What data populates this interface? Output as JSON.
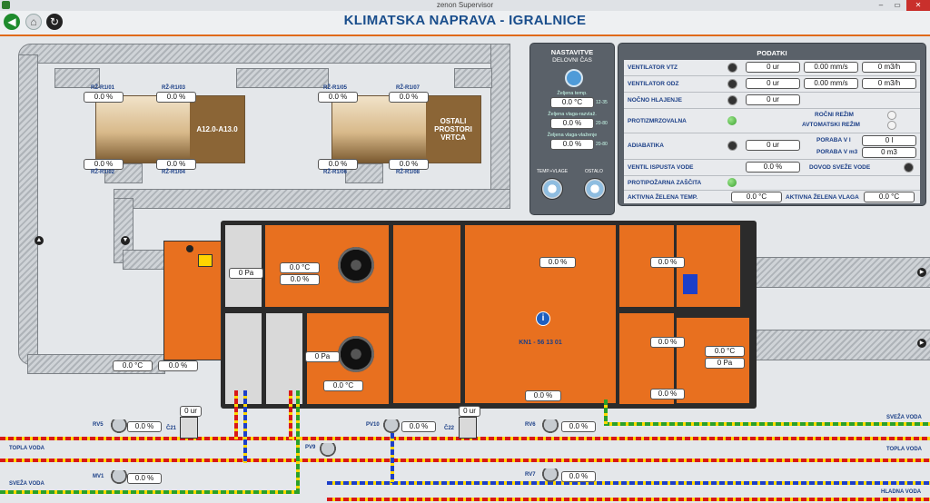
{
  "window": {
    "title": "zenon Supervisor"
  },
  "page": {
    "title": "KLIMATSKA NAPRAVA - IGRALNICE"
  },
  "rooms": {
    "a": {
      "label": "A12.0-A13.0"
    },
    "b": {
      "label": "OSTALI PROSTORI VRTCA"
    }
  },
  "dampers": {
    "r1": {
      "label": "RŽ-R1/01",
      "value": "0.0 %"
    },
    "r2": {
      "label": "RŽ-R1/02",
      "value": "0.0 %"
    },
    "r3": {
      "label": "RŽ-R1/03",
      "value": "0.0 %"
    },
    "r4": {
      "label": "RŽ-R1/04",
      "value": "0.0 %"
    },
    "r5": {
      "label": "RŽ-R1/05",
      "value": "0.0 %"
    },
    "r6": {
      "label": "RŽ-R1/06",
      "value": "0.0 %"
    },
    "r7": {
      "label": "RŽ-R1/07",
      "value": "0.0 %"
    },
    "r8": {
      "label": "RŽ-R1/08",
      "value": "0.0 %"
    }
  },
  "nastavitve": {
    "title": "NASTAVITVE",
    "subtitle": "DELOVNI ČAS",
    "zel_temp_label": "Željena temp.",
    "zel_temp_value": "0.0 °C",
    "zel_temp_range": "12-35",
    "zel_vlaga_label": "Željena vlaga-razvlaž.",
    "zel_vlaga_value": "0.0 %",
    "zel_vlaga_range": "20-80",
    "zel_vlaz_label": "Željena vlaga-vlaženje",
    "zel_vlaz_value": "0.0 %",
    "zel_vlaz_range": "20-80",
    "btn1": "TEMP.+VLAGE",
    "btn2": "OSTALO"
  },
  "podatki": {
    "title": "PODATKI",
    "vtz": {
      "label": "VENTILATOR VTZ",
      "v1": "0 ur",
      "v2": "0.00 mm/s",
      "v3": "0 m3/h"
    },
    "odz": {
      "label": "VENTILATOR ODZ",
      "v1": "0 ur",
      "v2": "0.00 mm/s",
      "v3": "0 m3/h"
    },
    "nocno": {
      "label": "NOČNO HLAJENJE",
      "v1": "0 ur"
    },
    "proti": {
      "label": "PROTIZMRZOVALNA",
      "r1": "ROČNI REŽIM",
      "r2": "AVTOMATSKI REŽIM"
    },
    "adia": {
      "label": "ADIABATIKA",
      "v1": "0 ur",
      "p1": "PORABA V l",
      "p1v": "0 l",
      "p2": "PORABA V m3",
      "p2v": "0 m3"
    },
    "ventil": {
      "label": "VENTIL ISPUSTA VODE",
      "v1": "0.0 %",
      "dovod": "DOVOD SVEŽE VODE"
    },
    "pozar": {
      "label": "PROTIPOŽARNA ZAŠČITA"
    },
    "aktiv": {
      "l1": "AKTIVNA ŽELENA TEMP.",
      "v1": "0.0 °C",
      "l2": "AKTIVNA ŽELENA VLAGA",
      "v2": "0.0 °C"
    }
  },
  "ahu": {
    "unit": "KN1 - 56 13 01",
    "p1": "0 Pa",
    "t1": "0.0 °C",
    "h1": "0.0 %",
    "p2": "0 Pa",
    "t2": "0.0 °C",
    "mid_top": "0.0 %",
    "mid_bot": "0.0 %",
    "r_top": "0.0 %",
    "r_mid": "0.0 %",
    "r_bot": "0.0 %",
    "r_t": "0.0 °C",
    "r_p": "0 Pa",
    "left_t": "0.0 °C",
    "left_h": "0.0 %"
  },
  "hydro": {
    "rv5": {
      "label": "RV5",
      "value": "0.0 %"
    },
    "mv1": {
      "label": "MV1",
      "value": "0.0 %"
    },
    "c21": {
      "label": "Č21",
      "value": "0 ur"
    },
    "pv10": {
      "label": "PV10",
      "value": "0.0 %"
    },
    "c22": {
      "label": "Č22",
      "value": "0 ur"
    },
    "pv9": {
      "label": "PV9"
    },
    "rv6": {
      "label": "RV6",
      "value": "0.0 %"
    },
    "rv7": {
      "label": "RV7",
      "value": "0.0 %"
    },
    "topla_l": "TOPLA VODA",
    "sveza_l": "SVEŽA VODA",
    "sveza_r": "SVEŽA VODA",
    "topla_r": "TOPLA VODA",
    "hladna_r": "HLADNA VODA"
  }
}
